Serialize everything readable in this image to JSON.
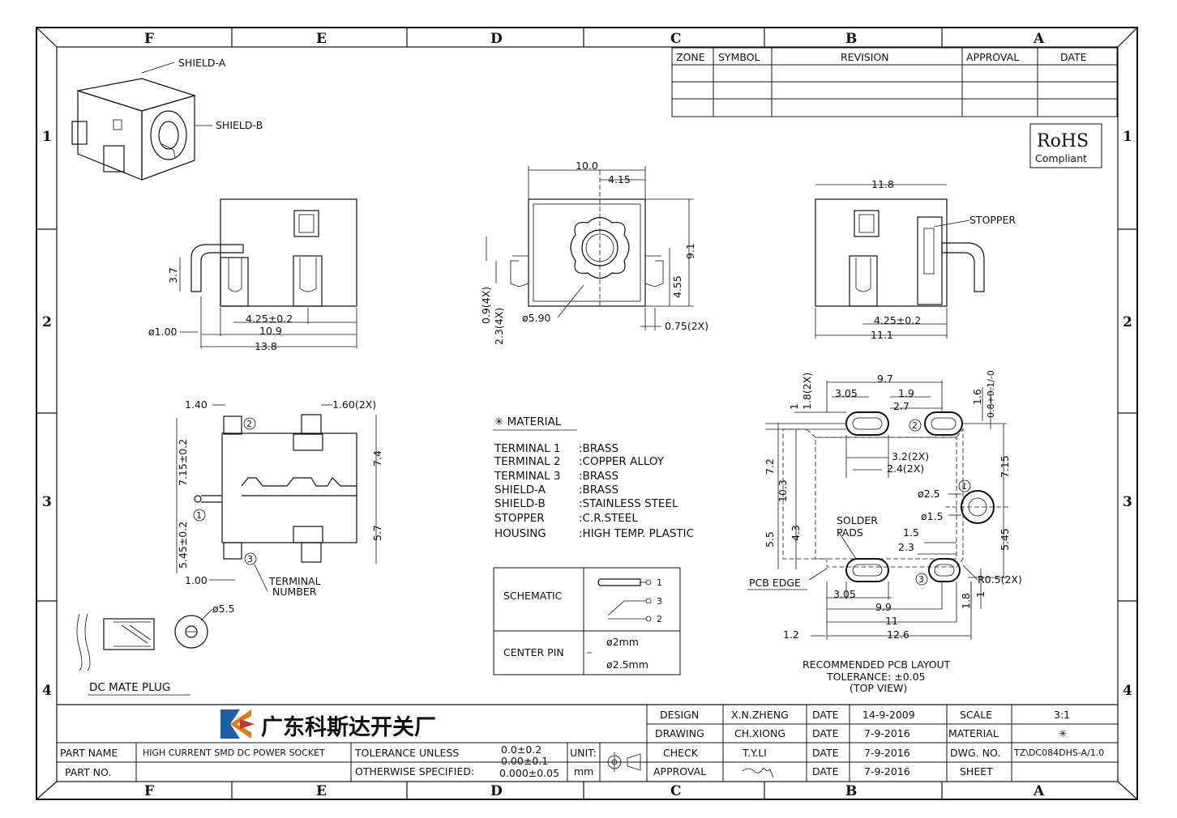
{
  "zones": {
    "columns": [
      "F",
      "E",
      "D",
      "C",
      "B",
      "A"
    ],
    "rows": [
      "1",
      "2",
      "3",
      "4"
    ]
  },
  "revision_table": {
    "headers": [
      "ZONE",
      "SYMBOL",
      "REVISION",
      "APPROVAL",
      "DATE"
    ]
  },
  "rohs": {
    "line1": "RoHS",
    "line2": "Compliant"
  },
  "iso_view": {
    "shield_a": "SHIELD-A",
    "shield_b": "SHIELD-B"
  },
  "side_view": {
    "dim_37": "3.7",
    "dim_425": "4.25±0.2",
    "dim_109": "10.9",
    "dim_138": "13.8",
    "dim_dia": "ø1.00"
  },
  "front_view": {
    "dim_100": "10.0",
    "dim_415": "4.15",
    "dim_91": "9.1",
    "dim_455": "4.55",
    "dim_09": "0.9(4X)",
    "dim_23": "2.3(4X)",
    "dim_590": "ø5.90",
    "dim_075": "0.75(2X)"
  },
  "right_view": {
    "dim_118": "11.8",
    "stopper": "STOPPER",
    "dim_425": "4.25±0.2",
    "dim_111": "11.1"
  },
  "bottom_view": {
    "dim_140": "1.40",
    "dim_160": "1.60(2X)",
    "dim_715": "7.15±0.2",
    "dim_545": "5.45±0.2",
    "dim_74": "7.4",
    "dim_57": "5.7",
    "dim_100": "1.00",
    "terminal_number_1": "TERMINAL",
    "terminal_number_2": "NUMBER",
    "n1": "1",
    "n2": "2",
    "n3": "3"
  },
  "plug": {
    "dim_55": "ø5.5",
    "label": "DC MATE PLUG"
  },
  "material": {
    "title": "✳ MATERIAL",
    "items": [
      {
        "name": "TERMINAL 1",
        "value": ":BRASS"
      },
      {
        "name": "TERMINAL 2",
        "value": ":COPPER ALLOY"
      },
      {
        "name": "TERMINAL 3",
        "value": ":BRASS"
      },
      {
        "name": "SHIELD-A",
        "value": ":BRASS"
      },
      {
        "name": "SHIELD-B",
        "value": ":STAINLESS STEEL"
      },
      {
        "name": "STOPPER",
        "value": ":C.R.STEEL"
      },
      {
        "name": "HOUSING",
        "value": ":HIGH TEMP. PLASTIC"
      }
    ]
  },
  "schematic": {
    "label": "SCHEMATIC",
    "pin1": "1",
    "pin3": "3",
    "pin2": "2",
    "center_pin": "CENTER PIN",
    "pin_a": "ø2mm",
    "pin_b": "ø2.5mm"
  },
  "pcb": {
    "d_1": "1",
    "d_18": "1.8(2X)",
    "d_97": "9.7",
    "d_305": "3.05",
    "d_19": "1.9",
    "d_27": "2.7",
    "d_16": "1.6",
    "d_08": "0.8+0.1/-0",
    "d_32": "3.2(2X)",
    "d_24": "2.4(2X)",
    "d_72": "7.2",
    "d_103": "10.3",
    "d_715": "7.15",
    "d_25": "ø2.5",
    "d_15d": "ø1.5",
    "d_55": "5.5",
    "d_43": "4.3",
    "d_15": "1.5",
    "d_23": "2.3",
    "d_545": "5.45",
    "solder1": "SOLDER",
    "solder2": "PADS",
    "pcb_edge": "PCB EDGE",
    "r05": "R0.5(2X)",
    "d_305b": "3.05",
    "d_99": "9.9",
    "d_11": "11",
    "d_126": "12.6",
    "d_12": "1.2",
    "d_18b": "1.8",
    "n1": "1",
    "n2": "2",
    "n3": "3",
    "caption1": "RECOMMENDED PCB LAYOUT",
    "caption2": "TOLERANCE: ±0.05",
    "caption3": "(TOP VIEW)"
  },
  "title_block": {
    "company": "广东科斯达开关厂",
    "design": "DESIGN",
    "design_name": "X.N.ZHENG",
    "date_lbl": "DATE",
    "design_date": "14-9-2009",
    "scale": "SCALE",
    "scale_val": "3:1",
    "drawing": "DRAWING",
    "drawing_name": "CH.XIONG",
    "drawing_date": "7-9-2016",
    "material": "MATERIAL",
    "material_val": "✳",
    "check": "CHECK",
    "check_name": "T.Y.LI",
    "check_date": "7-9-2016",
    "dwg_no": "DWG. NO.",
    "dwg_val": "TZ\\DC084DHS-A/1.0",
    "approval": "APPROVAL",
    "approval_date": "7-9-2016",
    "sheet": "SHEET",
    "part_name": "PART NAME",
    "part_name_val": "HIGH CURRENT SMD DC POWER SOCKET",
    "part_no": "PART NO.",
    "tol1": "TOLERANCE UNLESS",
    "tol2": "OTHERWISE SPECIFIED:",
    "tol_a": "0.0±0.2",
    "tol_b": "0.00±0.1",
    "tol_c": "0.000±0.05",
    "unit": "UNIT:",
    "unit_val": "mm"
  }
}
